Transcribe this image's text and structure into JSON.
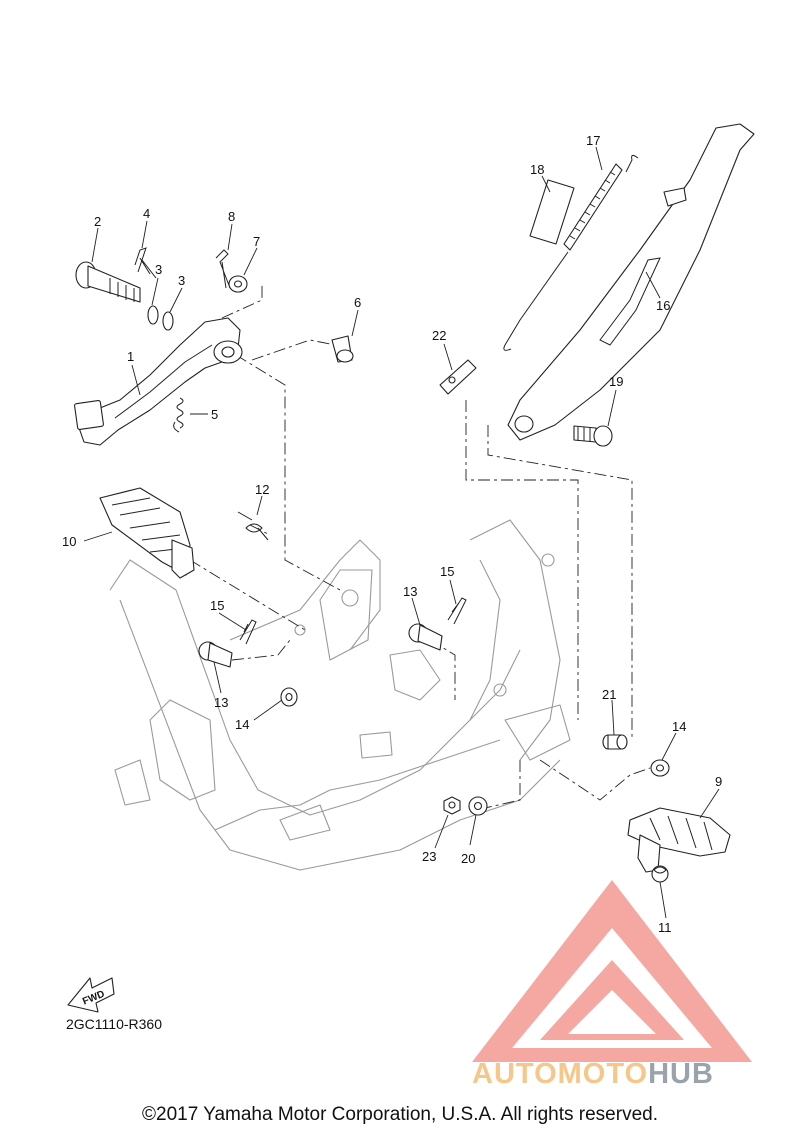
{
  "diagram": {
    "part_labels": [
      {
        "id": "1",
        "text": "1"
      },
      {
        "id": "2",
        "text": "2"
      },
      {
        "id": "3a",
        "text": "3"
      },
      {
        "id": "3b",
        "text": "3"
      },
      {
        "id": "4",
        "text": "4"
      },
      {
        "id": "5",
        "text": "5"
      },
      {
        "id": "6",
        "text": "6"
      },
      {
        "id": "7",
        "text": "7"
      },
      {
        "id": "8",
        "text": "8"
      },
      {
        "id": "9",
        "text": "9"
      },
      {
        "id": "10",
        "text": "10"
      },
      {
        "id": "11",
        "text": "11"
      },
      {
        "id": "12",
        "text": "12"
      },
      {
        "id": "13a",
        "text": "13"
      },
      {
        "id": "13b",
        "text": "13"
      },
      {
        "id": "14a",
        "text": "14"
      },
      {
        "id": "14b",
        "text": "14"
      },
      {
        "id": "15a",
        "text": "15"
      },
      {
        "id": "15b",
        "text": "15"
      },
      {
        "id": "16",
        "text": "16"
      },
      {
        "id": "17",
        "text": "17"
      },
      {
        "id": "18",
        "text": "18"
      },
      {
        "id": "19",
        "text": "19"
      },
      {
        "id": "20",
        "text": "20"
      },
      {
        "id": "21",
        "text": "21"
      },
      {
        "id": "22",
        "text": "22"
      },
      {
        "id": "23",
        "text": "23"
      }
    ],
    "fwd_label": "FWD",
    "diagram_code": "2GC1110-R360",
    "copyright": "©2017 Yamaha Motor Corporation, U.S.A. All rights reserved."
  },
  "watermark": {
    "brand_part1": "AUTOMOTO",
    "brand_part2": "HUB",
    "triangle_color": "#f28b82",
    "text_color_1": "#f7c78a",
    "text_color_2": "#9aa3ab"
  }
}
